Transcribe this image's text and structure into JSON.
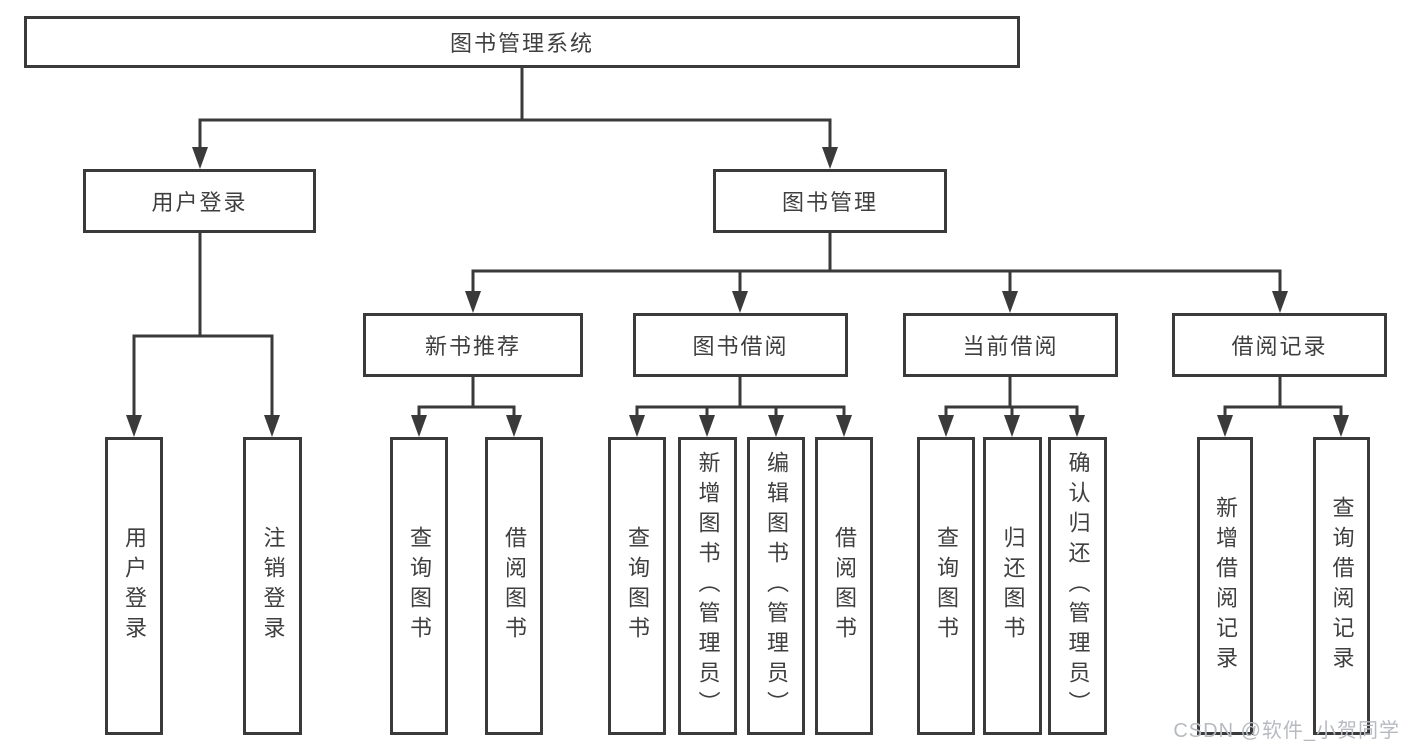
{
  "diagram": {
    "title": "图书管理系统",
    "root": {
      "label": "图书管理系统"
    },
    "level2": [
      {
        "label": "用户登录"
      },
      {
        "label": "图书管理"
      }
    ],
    "level3": [
      {
        "label": "新书推荐"
      },
      {
        "label": "图书借阅"
      },
      {
        "label": "当前借阅"
      },
      {
        "label": "借阅记录"
      }
    ],
    "leaves": {
      "user_login": [
        {
          "label": "用户登录"
        },
        {
          "label": "注销登录"
        }
      ],
      "new_book": [
        {
          "label": "查询图书"
        },
        {
          "label": "借阅图书"
        }
      ],
      "book_borrow": [
        {
          "label": "查询图书"
        },
        {
          "label": "新增图书（管理员）"
        },
        {
          "label": "编辑图书（管理员）"
        },
        {
          "label": "借阅图书"
        }
      ],
      "current_borrow": [
        {
          "label": "查询图书"
        },
        {
          "label": "归还图书"
        },
        {
          "label": "确认归还（管理员）"
        }
      ],
      "borrow_record": [
        {
          "label": "新增借阅记录"
        },
        {
          "label": "查询借阅记录"
        }
      ]
    },
    "colors": {
      "line": "#3a3a3a",
      "text": "#3f3f3f",
      "box_background": "#ffffff",
      "watermark": "#b7bbc1"
    }
  },
  "watermark": {
    "text": "CSDN @软件_小贺同学"
  }
}
